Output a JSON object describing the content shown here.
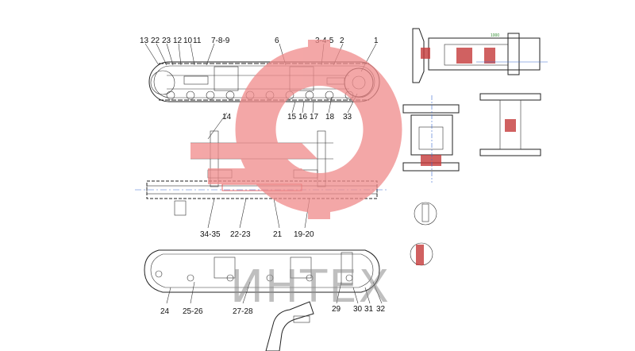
{
  "callouts_top": [
    {
      "id": "c13",
      "text": "13"
    },
    {
      "id": "c22",
      "text": "22"
    },
    {
      "id": "c23",
      "text": "23"
    },
    {
      "id": "c12",
      "text": "12"
    },
    {
      "id": "c10",
      "text": "10"
    },
    {
      "id": "c11",
      "text": "11"
    },
    {
      "id": "c789",
      "text": "7-8-9"
    },
    {
      "id": "c6",
      "text": "6"
    },
    {
      "id": "c345",
      "text": "3-4-5"
    },
    {
      "id": "c2",
      "text": "2"
    },
    {
      "id": "c1",
      "text": "1"
    }
  ],
  "callouts_mid": [
    {
      "id": "c14",
      "text": "14"
    },
    {
      "id": "c15",
      "text": "15"
    },
    {
      "id": "c16",
      "text": "16"
    },
    {
      "id": "c17",
      "text": "17"
    },
    {
      "id": "c18",
      "text": "18"
    },
    {
      "id": "c33",
      "text": "33"
    }
  ],
  "callouts_plan": [
    {
      "id": "c3435",
      "text": "34-35"
    },
    {
      "id": "c2223",
      "text": "22-23"
    },
    {
      "id": "c21",
      "text": "21"
    },
    {
      "id": "c1920",
      "text": "19-20"
    }
  ],
  "callouts_bottom": [
    {
      "id": "c24",
      "text": "24"
    },
    {
      "id": "c2526",
      "text": "25-26"
    },
    {
      "id": "c2728",
      "text": "27-28"
    },
    {
      "id": "c29",
      "text": "29"
    },
    {
      "id": "c30",
      "text": "30"
    },
    {
      "id": "c31",
      "text": "31"
    },
    {
      "id": "c32",
      "text": "32"
    }
  ],
  "watermark": {
    "text": "ИНТЕХ",
    "color": "#f08a8a",
    "text_color": "#8c8c8c"
  },
  "colors": {
    "line": "#222222",
    "section": "#c43a3a",
    "dim_green": "#2a9a2a",
    "dim_blue": "#3a6ad0"
  }
}
